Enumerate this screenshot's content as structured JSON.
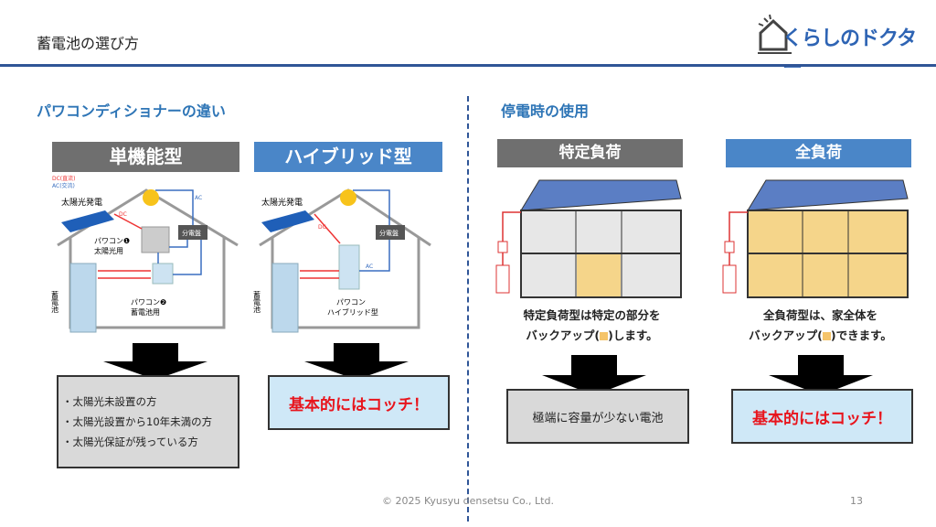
{
  "header": {
    "title": "蓄電池の選び方",
    "logo_text": "くらしのドクター"
  },
  "left": {
    "heading": "パワコンディショナーの違い",
    "single": {
      "label": "単機能型",
      "diagram": {
        "legend_dc": "DC(直流)",
        "legend_ac": "AC(交流)",
        "solar": "太陽光発電",
        "pcs1": "パワコン❶",
        "pcs1_sub": "太陽光用",
        "pcs2": "パワコン❷",
        "pcs2_sub": "蓄電池用",
        "panel": "分電盤",
        "battery": "蓄電池",
        "dc": "DC",
        "ac": "AC"
      },
      "result_items": [
        "・太陽光未設置の方",
        "・太陽光設置から10年未満の方",
        "・太陽光保証が残っている方"
      ]
    },
    "hybrid": {
      "label": "ハイブリッド型",
      "diagram": {
        "solar": "太陽光発電",
        "pcs": "パワコン",
        "pcs_sub": "ハイブリッド型",
        "panel": "分電盤",
        "battery": "蓄電池",
        "dc": "DC",
        "ac": "AC"
      },
      "result": "基本的にはコッチ！"
    }
  },
  "right": {
    "heading": "停電時の使用",
    "specific": {
      "label": "特定負荷",
      "caption1": "特定負荷型は特定の部分を",
      "caption2a": "バックアップ(",
      "caption2b": ")します。",
      "result": "極端に容量が少ない電池"
    },
    "full": {
      "label": "全負荷",
      "caption1": "全負荷型は、家全体を",
      "caption2a": "バックアップ(",
      "caption2b": ")できます。",
      "result": "基本的にはコッチ！"
    }
  },
  "footer": {
    "copyright": "© 2025 Kyusyu densetsu Co., Ltd.",
    "page": "13"
  },
  "colors": {
    "accent": "#2f5597",
    "heading": "#2e75b6",
    "gray_header": "#6f6f6f",
    "blue_header": "#4a86c8",
    "highlight": "#f5c46a",
    "red": "#e8141c"
  }
}
